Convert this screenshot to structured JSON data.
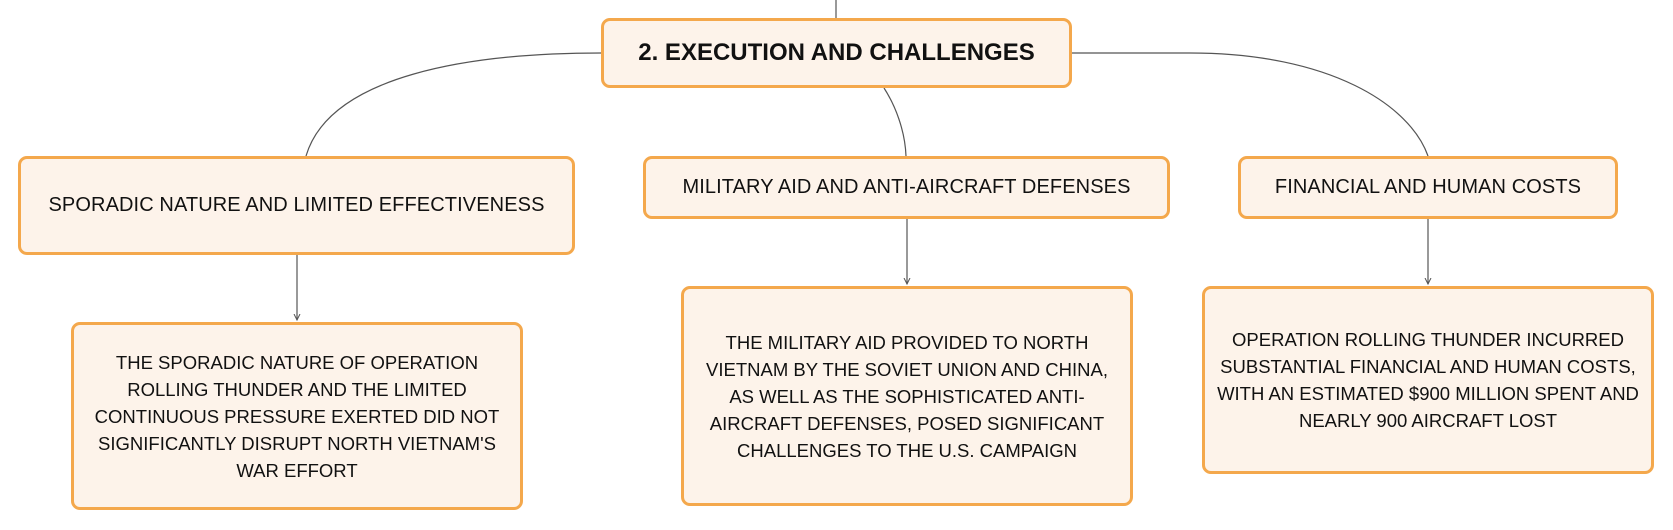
{
  "diagram": {
    "root": {
      "label": "2. EXECUTION AND CHALLENGES"
    },
    "topics": [
      {
        "label": "SPORADIC NATURE AND LIMITED EFFECTIVENESS",
        "detail": "THE SPORADIC NATURE OF OPERATION ROLLING THUNDER AND THE LIMITED CONTINUOUS PRESSURE EXERTED DID NOT SIGNIFICANTLY DISRUPT NORTH VIETNAM'S WAR EFFORT"
      },
      {
        "label": "MILITARY AID AND ANTI-AIRCRAFT DEFENSES",
        "detail": "THE MILITARY AID PROVIDED TO NORTH VIETNAM BY THE SOVIET UNION AND CHINA, AS WELL AS THE SOPHISTICATED ANTI-AIRCRAFT DEFENSES, POSED SIGNIFICANT CHALLENGES TO THE U.S. CAMPAIGN"
      },
      {
        "label": "FINANCIAL AND HUMAN COSTS",
        "detail": "OPERATION ROLLING THUNDER INCURRED SUBSTANTIAL FINANCIAL AND HUMAN COSTS, WITH AN ESTIMATED $900 MILLION SPENT AND NEARLY 900 AIRCRAFT LOST"
      }
    ],
    "colors": {
      "node_fill": "#fdf3ea",
      "node_border": "#f4a84c",
      "connector": "#555555",
      "text": "#111111"
    }
  }
}
